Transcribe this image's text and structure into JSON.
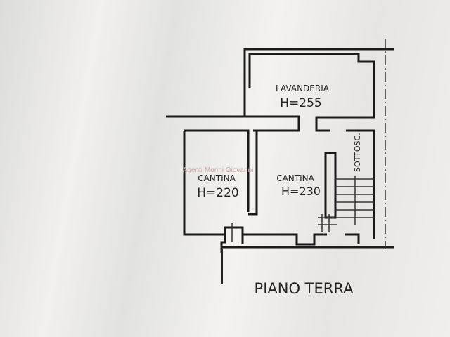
{
  "plan": {
    "title": "PIANO TERRA",
    "watermark": "Agenti Morini Giovanni",
    "rooms": [
      {
        "name": "LAVANDERIA",
        "height": "H=255"
      },
      {
        "name": "CANTINA",
        "height": "H=220"
      },
      {
        "name": "CANTINA",
        "height": "H=230"
      },
      {
        "name": "SOTTOSC."
      }
    ]
  }
}
